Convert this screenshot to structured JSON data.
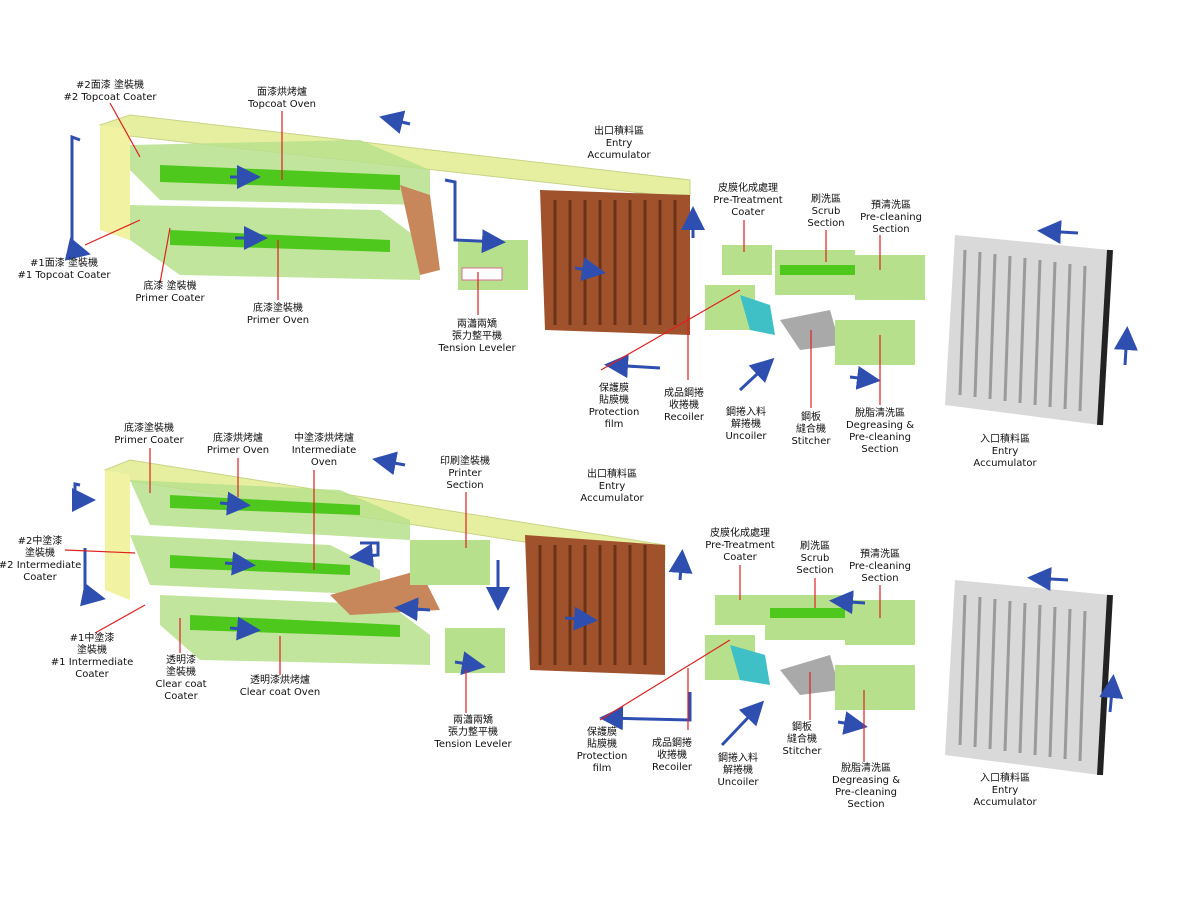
{
  "colors": {
    "green_light": "#b7e08c",
    "green_mid": "#7fcf4a",
    "green_bright": "#4fc81e",
    "yellow": "#f1f2a2",
    "copper": "#a0522d",
    "gray": "#a9a9a9",
    "cyan": "#3fbfc6",
    "arrow": "#2f4fb0",
    "leader": "#e02020"
  },
  "top_line": {
    "topcoat_coater_2": {
      "zh": "#2面漆 塗裝機",
      "en": "#2 Topcoat Coater"
    },
    "topcoat_oven": {
      "zh": "面漆烘烤爐",
      "en": "Topcoat Oven"
    },
    "exit_accumulator": {
      "zh": "出口積料區",
      "en1": "Entry",
      "en2": "Accumulator"
    },
    "pretreatment": {
      "zh": "皮膜化成處理",
      "en1": "Pre-Treatment",
      "en2": "Coater"
    },
    "scrub": {
      "zh": "刷洗區",
      "en1": "Scrub",
      "en2": "Section"
    },
    "precleaning": {
      "zh": "預清洗區",
      "en1": "Pre-cleaning",
      "en2": "Section"
    },
    "topcoat_coater_1": {
      "zh": "#1面漆 塗裝機",
      "en": "#1 Topcoat Coater"
    },
    "primer_coater": {
      "zh": "底漆 塗裝機",
      "en": "Primer Coater"
    },
    "primer_oven": {
      "zh": "底漆塗裝機",
      "en": "Primer Oven"
    },
    "tension_leveler": {
      "zh1": "兩瀟兩矯",
      "zh2": "張力整平機",
      "en": "Tension Leveler"
    },
    "protection_film": {
      "zh1": "保護膜",
      "zh2": "貼膜機",
      "en1": "Protection",
      "en2": "film"
    },
    "recoiler": {
      "zh1": "成品鋼捲",
      "zh2": "收捲機",
      "en": "Recoiler"
    },
    "uncoiler": {
      "zh1": "鋼捲入料",
      "zh2": "解捲機",
      "en": "Uncoiler"
    },
    "stitcher": {
      "zh1": "鋼板",
      "zh2": "縫合機",
      "en": "Stitcher"
    },
    "degreasing": {
      "zh": "脫脂清洗區",
      "en1": "Degreasing &",
      "en2": "Pre-cleaning",
      "en3": "Section"
    },
    "entry_accumulator": {
      "zh": "入口積料區",
      "en1": "Entry",
      "en2": "Accumulator"
    }
  },
  "bottom_line": {
    "primer_coater": {
      "zh": "底漆塗裝機",
      "en": "Primer Coater"
    },
    "primer_oven": {
      "zh": "底漆烘烤爐",
      "en": "Primer Oven"
    },
    "intermediate_oven": {
      "zh": "中塗漆烘烤爐",
      "en1": "Intermediate",
      "en2": "Oven"
    },
    "printer": {
      "zh": "印刷塗裝機",
      "en1": "Printer",
      "en2": "Section"
    },
    "exit_accumulator": {
      "zh": "出口積料區",
      "en1": "Entry",
      "en2": "Accumulator"
    },
    "pretreatment": {
      "zh": "皮膜化成處理",
      "en1": "Pre-Treatment",
      "en2": "Coater"
    },
    "scrub": {
      "zh": "刷洗區",
      "en1": "Scrub",
      "en2": "Section"
    },
    "precleaning": {
      "zh": "預清洗區",
      "en1": "Pre-cleaning",
      "en2": "Section"
    },
    "intermediate_coater_2": {
      "zh1": "#2中塗漆",
      "zh2": "塗裝機",
      "en1": "#2 Intermediate",
      "en2": "Coater"
    },
    "intermediate_coater_1": {
      "zh1": "#1中塗漆",
      "zh2": "塗裝機",
      "en1": "#1 Intermediate",
      "en2": "Coater"
    },
    "clearcoat_coater": {
      "zh1": "透明漆",
      "zh2": "塗裝機",
      "en1": "Clear coat",
      "en2": "Coater"
    },
    "clearcoat_oven": {
      "zh": "透明漆烘烤爐",
      "en": "Clear coat Oven"
    },
    "tension_leveler": {
      "zh1": "兩瀟兩矯",
      "zh2": "張力整平機",
      "en": "Tension Leveler"
    },
    "protection_film": {
      "zh1": "保護膜",
      "zh2": "貼膜機",
      "en1": "Protection",
      "en2": "film"
    },
    "recoiler": {
      "zh1": "成品鋼捲",
      "zh2": "收捲機",
      "en": "Recoiler"
    },
    "uncoiler": {
      "zh1": "鋼捲入料",
      "zh2": "解捲機",
      "en": "Uncoiler"
    },
    "stitcher": {
      "zh1": "鋼板",
      "zh2": "縫合機",
      "en": "Stitcher"
    },
    "degreasing": {
      "zh": "脫脂清洗區",
      "en1": "Degreasing &",
      "en2": "Pre-cleaning",
      "en3": "Section"
    },
    "entry_accumulator": {
      "zh": "入口積料區",
      "en1": "Entry",
      "en2": "Accumulator"
    }
  }
}
